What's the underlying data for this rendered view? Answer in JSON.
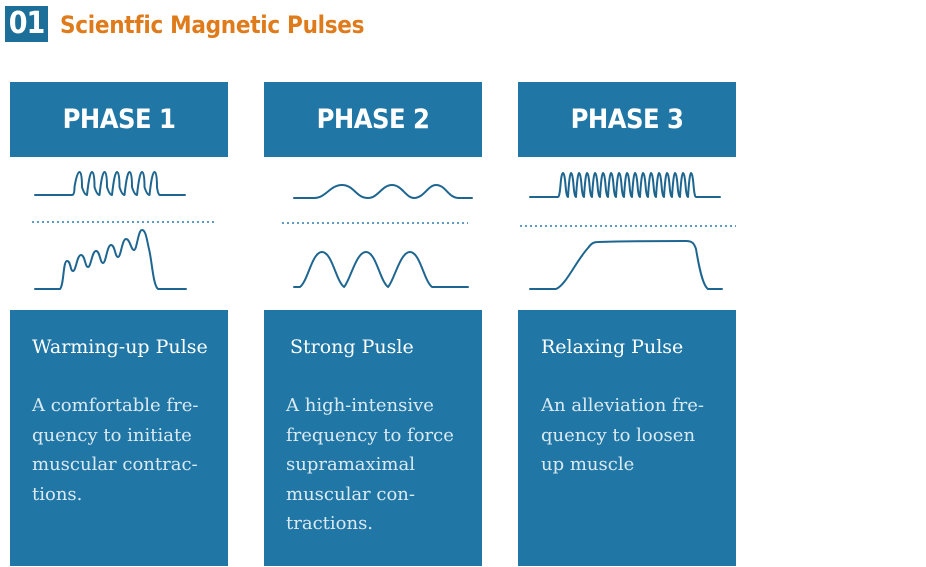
{
  "header": {
    "number": "01",
    "title": "Scientfic Magnetic Pulses"
  },
  "colors": {
    "accent_blue": "#2077a6",
    "title_orange": "#e07b1c",
    "wave_stroke": "#1e6690"
  },
  "phases": [
    {
      "title": "PHASE 1",
      "subtitle": "Warming-up Pulse",
      "description": "A comfortable fre-\nquency to initiate\nmuscular contrac-\ntions."
    },
    {
      "title": "PHASE 2",
      "subtitle": "Strong Pusle",
      "description": "A high-intensive\nfrequency to force\nsupramaximal\nmuscular con-\ntractions."
    },
    {
      "title": "PHASE 3",
      "subtitle": "Relaxing Pulse",
      "description": "An alleviation fre-\nquency to loosen\nup muscle"
    }
  ]
}
